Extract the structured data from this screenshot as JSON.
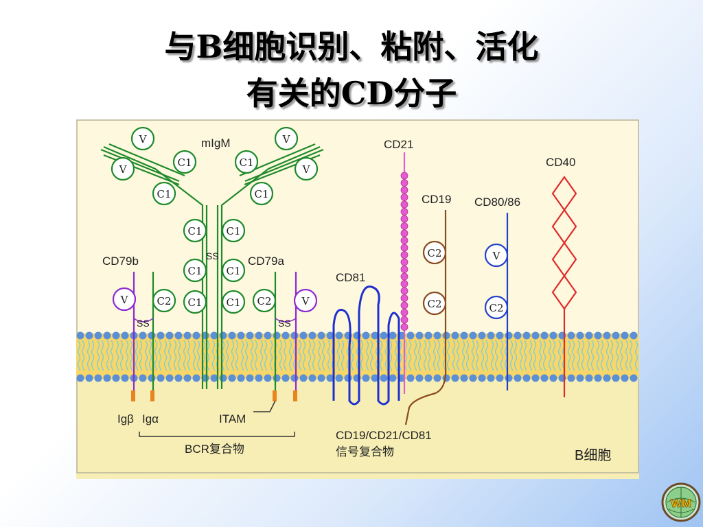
{
  "slide": {
    "title_line1": "与B细胞识别、粘附、活化",
    "title_line2": "有关的CD分子",
    "logo_text": "WM"
  },
  "diagram": {
    "labels": {
      "migm": "mIgM",
      "cd79b": "CD79b",
      "cd79a": "CD79a",
      "cd81": "CD81",
      "cd21": "CD21",
      "cd19": "CD19",
      "cd80_86": "CD80/86",
      "cd40": "CD40",
      "ig_beta": "Igβ",
      "ig_alpha": "Igα",
      "itam": "ITAM",
      "bcr_complex": "BCR复合物",
      "coreceptor_line1": "CD19/CD21/CD81",
      "coreceptor_line2": "信号复合物",
      "cell": "B细胞"
    },
    "domains": {
      "v": "V",
      "c1": "C1",
      "c2": "C2",
      "ss": "SS"
    },
    "colors": {
      "panel_bg": "#fdf8de",
      "cytoplasm": "#f7eeb5",
      "membrane_core": "#f7d66a",
      "lipid_head": "#5b8fd6",
      "lipid_tail": "#7ecfd8",
      "migm": "#1f8a2a",
      "cd79b": "#8d2ad0",
      "cd21": "#e35bd0",
      "cd19": "#8a4a1e",
      "cd80_86": "#2340c8",
      "cd40": "#e02a2a",
      "cd81": "#1f2fd0",
      "itam": "#e8851f"
    }
  }
}
